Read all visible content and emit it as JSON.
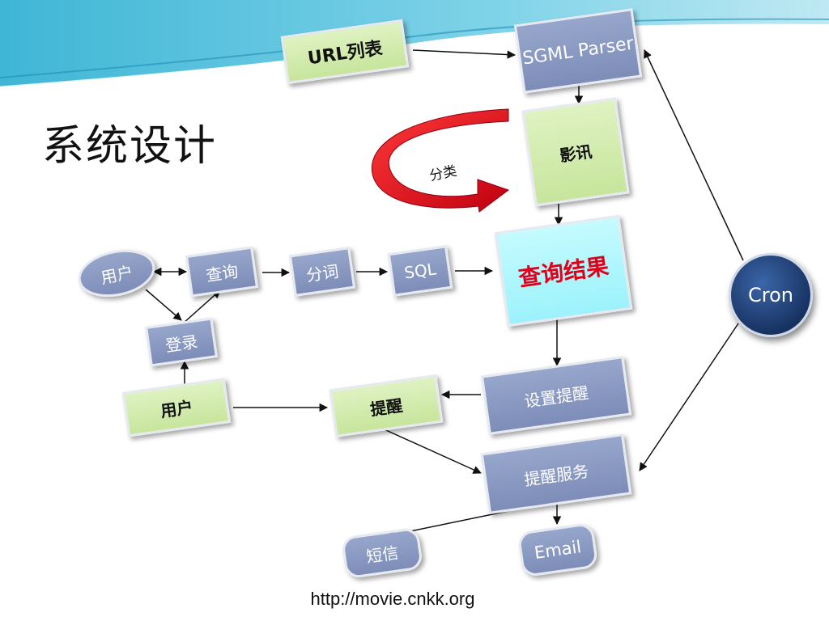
{
  "slide": {
    "title": "系统设计",
    "footer_url": "http://movie.cnkk.org"
  },
  "diagram": {
    "nodes": {
      "url_list": "URL列表",
      "sgml_parser": "SGML Parser",
      "movie_info": "影讯",
      "classify": "分类",
      "user_oval": "用户",
      "query": "查询",
      "segment": "分词",
      "sql": "SQL",
      "query_result": "查询结果",
      "login": "登录",
      "cron": "Cron",
      "user_box": "用户",
      "reminder": "提醒",
      "set_reminder": "设置提醒",
      "reminder_service": "提醒服务",
      "sms": "短信",
      "email": "Email"
    }
  },
  "colors": {
    "background_band": "#2aa5c8",
    "green_box": "#c7e59c",
    "slate_box": "#7d8db8",
    "cyan_box": "#9cf2fb",
    "red_text": "#e0001a",
    "red_arrow": "#e0001a",
    "cron_circle": "#183363"
  }
}
